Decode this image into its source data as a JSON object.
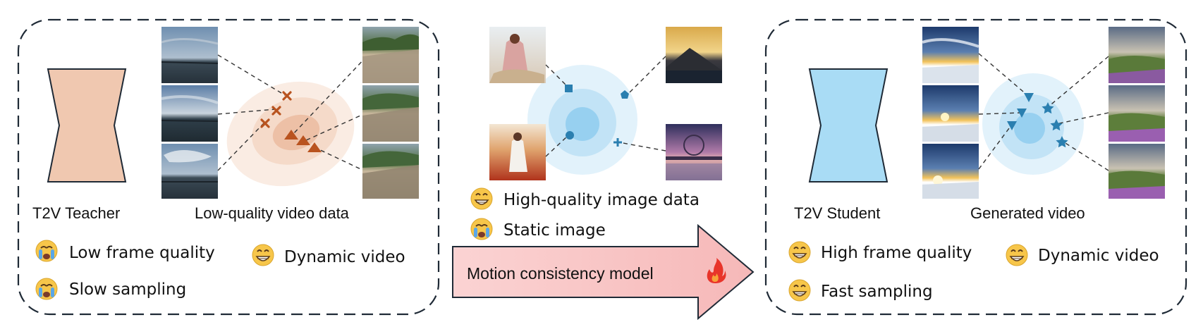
{
  "teacher_panel": {
    "model_label": "T2V Teacher",
    "data_label": "Low-quality video data",
    "features": [
      {
        "emoji": "crying-face",
        "text": "Low frame quality"
      },
      {
        "emoji": "grinning-face",
        "text": "Dynamic video"
      },
      {
        "emoji": "crying-face",
        "text": "Slow sampling"
      }
    ]
  },
  "image_panel": {
    "features": [
      {
        "emoji": "grinning-face",
        "text": "High-quality image data"
      },
      {
        "emoji": "crying-face",
        "text": "Static image"
      }
    ]
  },
  "arrow": {
    "label": "Motion consistency model",
    "icon": "fire-icon"
  },
  "student_panel": {
    "model_label": "T2V Student",
    "data_label": "Generated video",
    "features": [
      {
        "emoji": "grinning-face",
        "text": "High frame quality"
      },
      {
        "emoji": "grinning-face",
        "text": "Dynamic video"
      },
      {
        "emoji": "grinning-face",
        "text": "Fast sampling"
      }
    ]
  },
  "colors": {
    "teacher_fill": "#f0c8b0",
    "teacher_marker": "#b9531f",
    "student_fill": "#a9dcf5",
    "student_marker": "#2a7fb0",
    "image_marker": "#2a7fb0",
    "arrow_fill": "#f9c7c7",
    "arrow_stroke": "#c0392b"
  }
}
